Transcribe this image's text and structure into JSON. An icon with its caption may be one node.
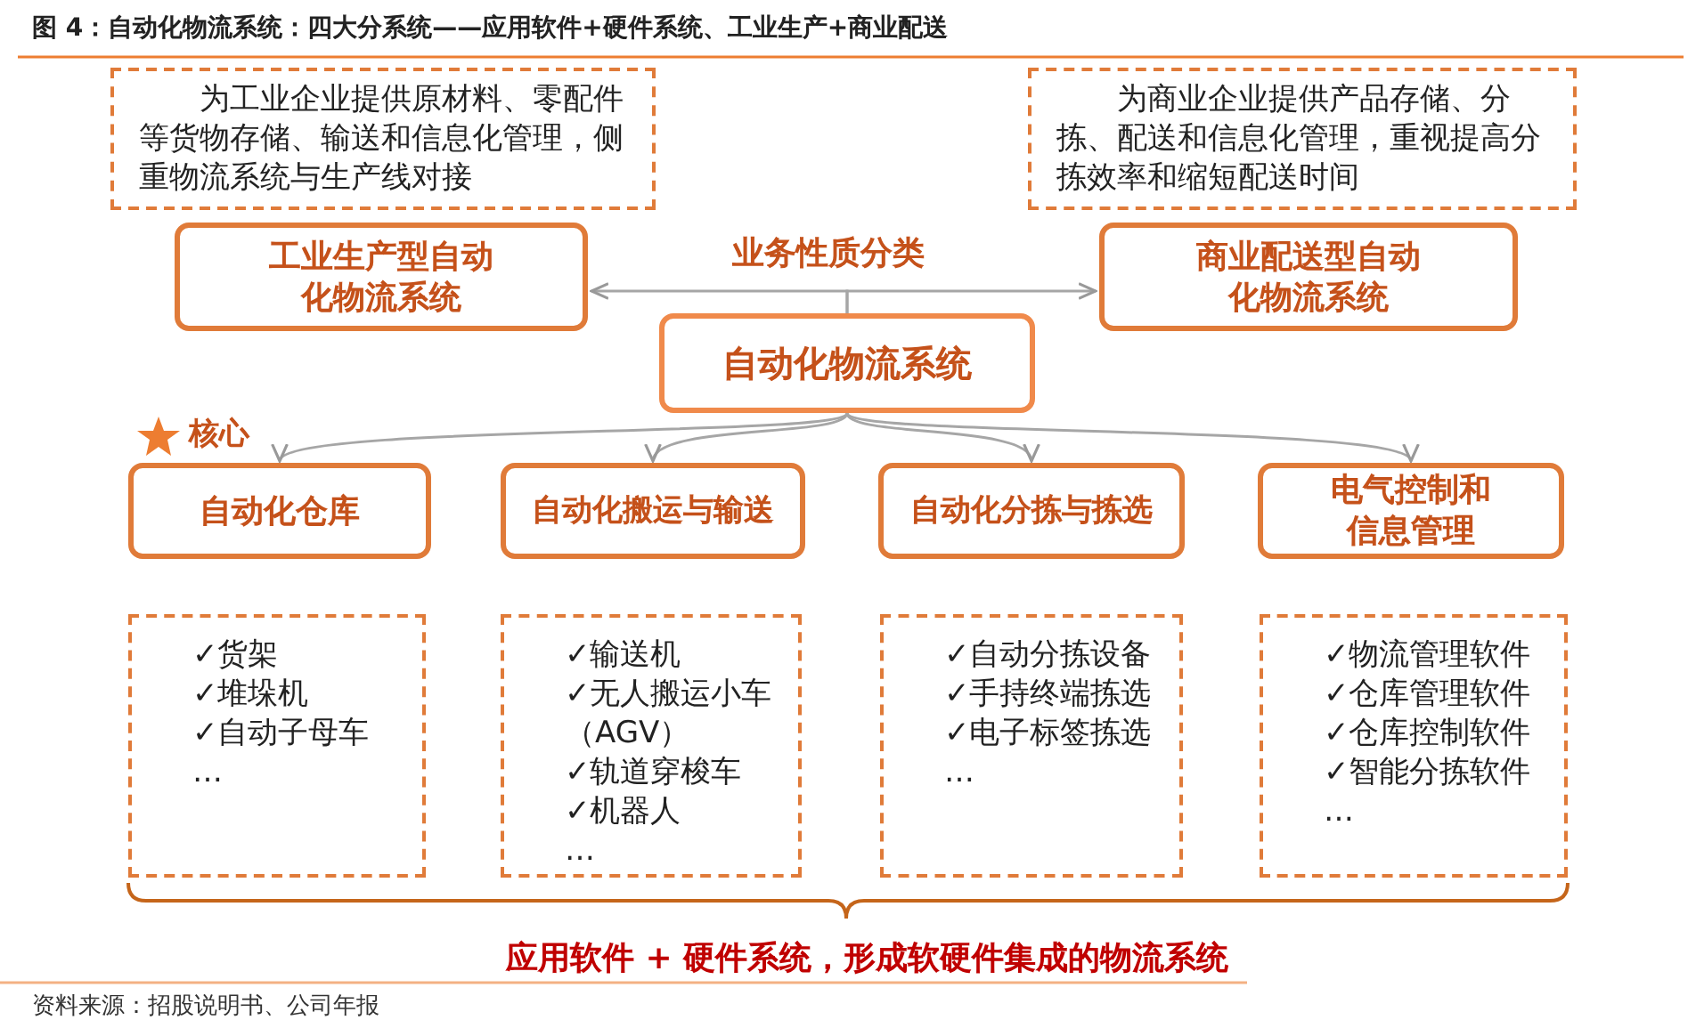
{
  "diagram": {
    "title": "图 4：自动化物流系统：四大分系统——应用软件+硬件系统、工业生产+商业配送",
    "caption": "资料来源：招股说明书、公司年报",
    "nodes": [
      {
        "text": [
          "为工业企业提供原材料、零配件等货物存储、输送和信息化管理，侧重物流系统与生产线对接"
        ]
      },
      {
        "text": [
          "为商业企业提供产品存储、分拣、配送和信息化管理，重视提高分拣效率和缩短配送时间"
        ]
      },
      {
        "text": [
          "工业生产型自动化物流系统"
        ]
      },
      {
        "text": [
          "商业配送型自动化物流系统"
        ]
      },
      {
        "text": [
          "自动化物流系统"
        ]
      },
      {
        "text": [
          "自动化仓库"
        ],
        "beside": [
          "核心"
        ]
      },
      {
        "text": [
          "自动化搬运与输送"
        ]
      },
      {
        "text": [
          "自动化分拣与拣选"
        ]
      },
      {
        "text": [
          "电气控制和信息管理"
        ]
      },
      {
        "text": [
          "✓货架",
          "✓堆垛机",
          "✓自动子母车",
          "…"
        ]
      },
      {
        "text": [
          "✓输送机",
          "✓无人搬运小车（AGV）",
          "✓轨道穿梭车",
          "✓机器人",
          "…"
        ]
      },
      {
        "text": [
          "✓自动分拣设备",
          "✓手持终端拣选",
          "✓电子标签拣选",
          "…"
        ]
      },
      {
        "text": [
          "✓物流管理软件",
          "✓仓库管理软件",
          "✓仓库控制软件",
          "✓智能分拣软件",
          "…"
        ]
      }
    ],
    "edges": [
      {
        "from": 4,
        "to": 2,
        "arrow": "to"
      },
      {
        "from": 4,
        "to": 3,
        "arrow": "to"
      },
      {
        "from": 4,
        "to": 5,
        "arrow": "to"
      },
      {
        "from": 4,
        "to": 6,
        "arrow": "to"
      },
      {
        "from": 4,
        "to": 7,
        "arrow": "to"
      },
      {
        "from": 4,
        "to": 8,
        "arrow": "to"
      }
    ],
    "labels": [
      "业务性质分类",
      "应用软件 + 硬件系统，形成软硬件集成的物流系统"
    ]
  }
}
